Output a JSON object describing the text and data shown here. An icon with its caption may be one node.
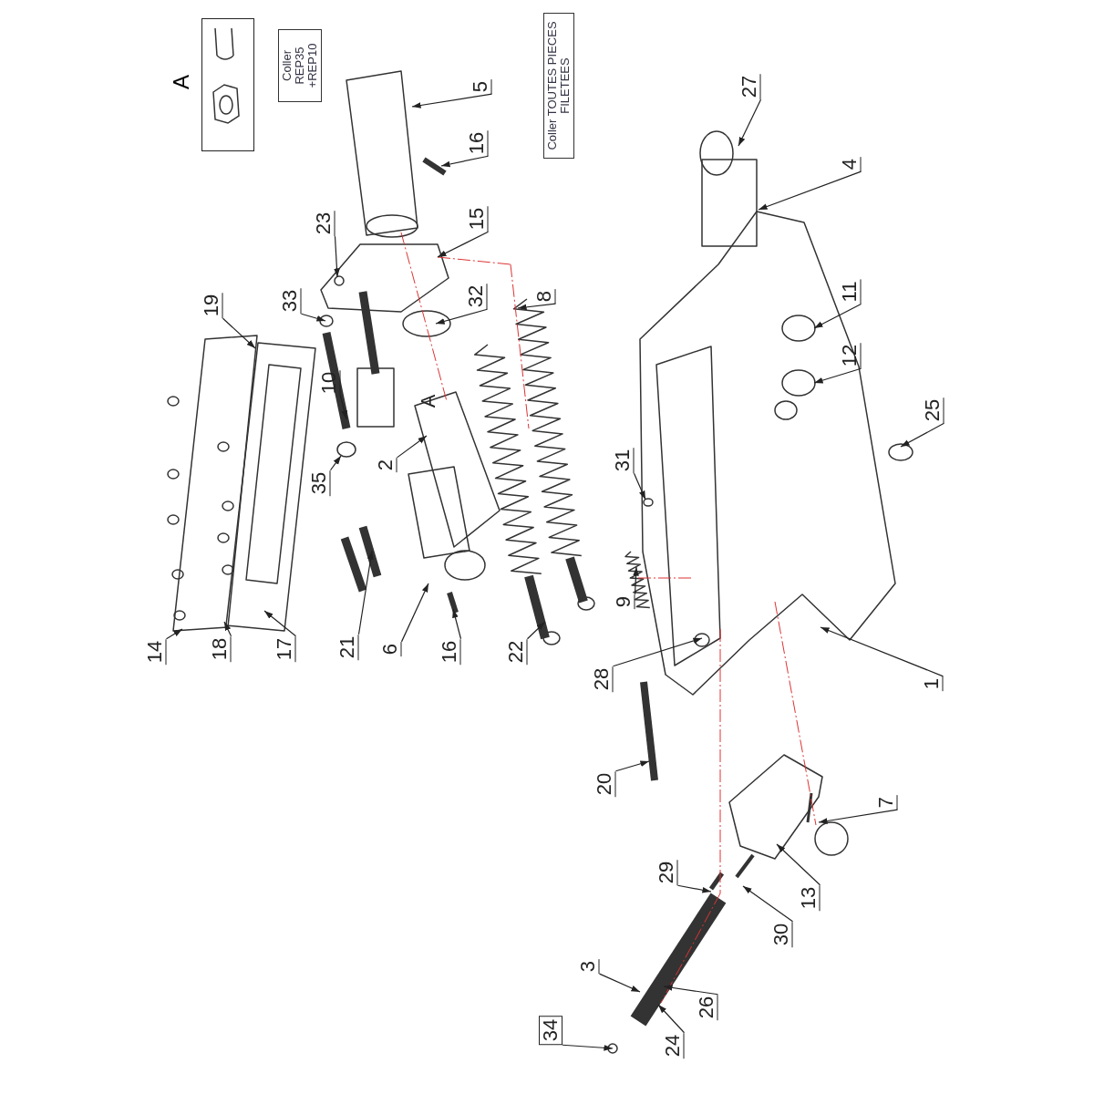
{
  "diagram": {
    "nodes": [
      {
        "text": [
          "A"
        ]
      },
      {
        "text": [
          "Coller REP35 +REP10"
        ]
      },
      {
        "text": [
          "Coller TOUTES PIECES FILETEES"
        ]
      },
      {
        "text": [
          "5"
        ]
      },
      {
        "text": [
          "16"
        ]
      },
      {
        "text": [
          "15"
        ]
      },
      {
        "text": [
          "23"
        ]
      },
      {
        "text": [
          "27"
        ]
      },
      {
        "text": [
          "4"
        ]
      },
      {
        "text": [
          "33"
        ]
      },
      {
        "text": [
          "19"
        ]
      },
      {
        "text": [
          "32"
        ]
      },
      {
        "text": [
          "8"
        ]
      },
      {
        "text": [
          "11"
        ]
      },
      {
        "text": [
          "12"
        ]
      },
      {
        "text": [
          "10"
        ]
      },
      {
        "text": [
          "25"
        ]
      },
      {
        "text": [
          "2"
        ]
      },
      {
        "text": [
          "35"
        ]
      },
      {
        "text": [
          "31"
        ]
      },
      {
        "text": [
          "14"
        ]
      },
      {
        "text": [
          "18"
        ]
      },
      {
        "text": [
          "17"
        ]
      },
      {
        "text": [
          "21"
        ]
      },
      {
        "text": [
          "6"
        ]
      },
      {
        "text": [
          "16"
        ]
      },
      {
        "text": [
          "22"
        ]
      },
      {
        "text": [
          "9"
        ]
      },
      {
        "text": [
          "28"
        ]
      },
      {
        "text": [
          "1"
        ]
      },
      {
        "text": [
          "20"
        ]
      },
      {
        "text": [
          "7"
        ]
      },
      {
        "text": [
          "29"
        ]
      },
      {
        "text": [
          "13"
        ]
      },
      {
        "text": [
          "30"
        ]
      },
      {
        "text": [
          "3"
        ]
      },
      {
        "text": [
          "26"
        ]
      },
      {
        "text": [
          "24"
        ]
      },
      {
        "text": [
          "34"
        ]
      }
    ],
    "edges": [
      {
        "from": 3,
        "to": null,
        "arrow": "to"
      },
      {
        "from": 4,
        "to": null,
        "arrow": "to"
      },
      {
        "from": 5,
        "to": null,
        "arrow": "to"
      },
      {
        "from": 6,
        "to": null,
        "arrow": "to"
      },
      {
        "from": 7,
        "to": null,
        "arrow": "to"
      },
      {
        "from": 8,
        "to": null,
        "arrow": "to"
      },
      {
        "from": 9,
        "to": null,
        "arrow": "to"
      },
      {
        "from": 10,
        "to": null,
        "arrow": "to"
      },
      {
        "from": 11,
        "to": null,
        "arrow": "to"
      },
      {
        "from": 12,
        "to": null,
        "arrow": "to"
      },
      {
        "from": 13,
        "to": null,
        "arrow": "to"
      },
      {
        "from": 14,
        "to": null,
        "arrow": "to"
      },
      {
        "from": 15,
        "to": null,
        "arrow": "to"
      },
      {
        "from": 16,
        "to": null,
        "arrow": "to"
      },
      {
        "from": 17,
        "to": null,
        "arrow": "to"
      },
      {
        "from": 18,
        "to": null,
        "arrow": "to"
      },
      {
        "from": 19,
        "to": null,
        "arrow": "to"
      },
      {
        "from": 20,
        "to": null,
        "arrow": "to"
      },
      {
        "from": 21,
        "to": null,
        "arrow": "to"
      },
      {
        "from": 22,
        "to": null,
        "arrow": "to"
      },
      {
        "from": 23,
        "to": null,
        "arrow": "to"
      },
      {
        "from": 24,
        "to": null,
        "arrow": "to"
      },
      {
        "from": 25,
        "to": null,
        "arrow": "to"
      },
      {
        "from": 26,
        "to": null,
        "arrow": "to"
      },
      {
        "from": 27,
        "to": null,
        "arrow": "to"
      },
      {
        "from": 28,
        "to": null,
        "arrow": "to"
      },
      {
        "from": 29,
        "to": null,
        "arrow": "to"
      },
      {
        "from": 30,
        "to": null,
        "arrow": "to"
      },
      {
        "from": 31,
        "to": null,
        "arrow": "to"
      },
      {
        "from": 32,
        "to": null,
        "arrow": "to"
      },
      {
        "from": 33,
        "to": null,
        "arrow": "to"
      },
      {
        "from": 34,
        "to": null,
        "arrow": "to"
      },
      {
        "from": 35,
        "to": null,
        "arrow": "to"
      },
      {
        "from": 36,
        "to": null,
        "arrow": "to"
      },
      {
        "from": 37,
        "to": null,
        "arrow": "to"
      },
      {
        "from": 38,
        "to": null,
        "arrow": "to"
      }
    ],
    "labels": [
      "A"
    ]
  }
}
